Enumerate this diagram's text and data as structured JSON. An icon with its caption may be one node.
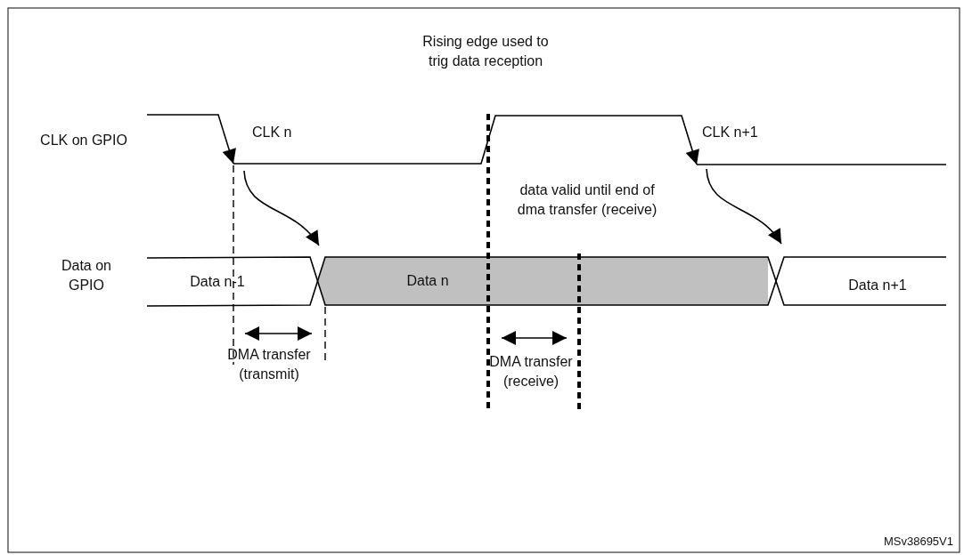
{
  "diagram": {
    "labels": [
      "Rising edge used to trig data reception",
      "CLK on GPIO",
      "CLK n",
      "CLK n+1",
      "data valid until end of dma transfer (receive)",
      "Data on GPIO",
      "Data n-1",
      "Data n",
      "Data n+1",
      "DMA transfer (transmit)",
      "DMA transfer (receive)",
      "MSv38695V1"
    ]
  }
}
